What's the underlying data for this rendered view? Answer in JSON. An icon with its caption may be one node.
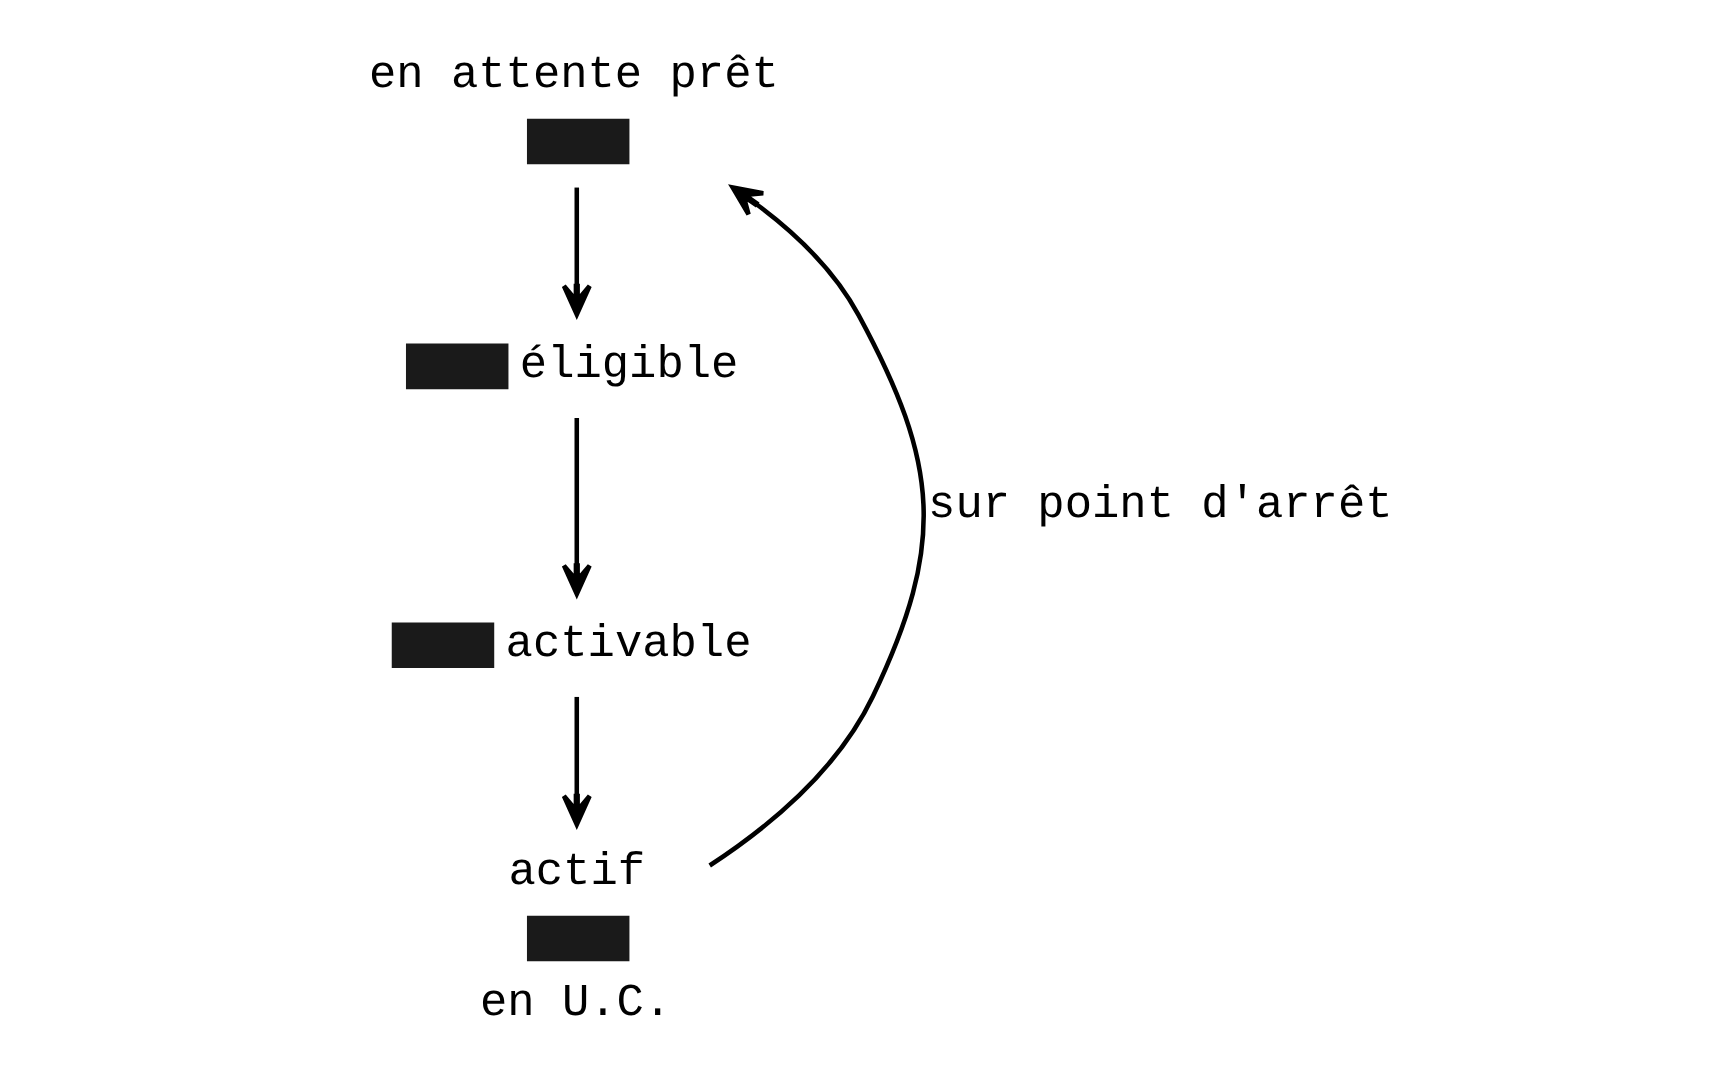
{
  "diagram": {
    "nodes": [
      {
        "text": [
          "en attente prêt"
        ]
      },
      {
        "text": [
          "éligible"
        ]
      },
      {
        "text": [
          "activable"
        ]
      },
      {
        "text": [
          "actif",
          "en U.C."
        ]
      }
    ],
    "edges": [
      {
        "from": 0,
        "to": 1,
        "arrow": "to"
      },
      {
        "from": 1,
        "to": 2,
        "arrow": "to"
      },
      {
        "from": 2,
        "to": 3,
        "arrow": "to"
      },
      {
        "from": 3,
        "to": 0,
        "arrow": "to",
        "label": "sur point d'arrêt"
      }
    ]
  }
}
